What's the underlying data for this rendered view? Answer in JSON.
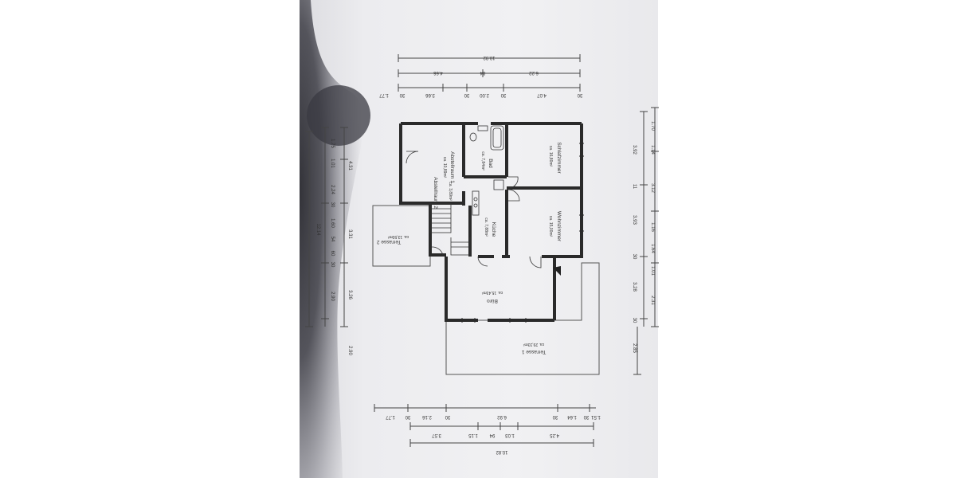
{
  "rooms": {
    "abstellraum1": {
      "name": "Abstellraum 1",
      "area": "ca. 10,89m²"
    },
    "abstellraum2": {
      "name": "Abstellraum 2",
      "area": "ca. 3,89m²"
    },
    "bad": {
      "name": "Bad",
      "area": "ca. 7,84m²"
    },
    "schlafzimmer": {
      "name": "Schlafzimmer",
      "area": "ca. 16,80m²"
    },
    "kueche": {
      "name": "Küche",
      "area": "ca. 7,88m²"
    },
    "wohnzimmer": {
      "name": "Wohnzimmer",
      "area": "ca. 15,00m²"
    },
    "terrasse2": {
      "name": "Terrasse 2",
      "area": "ca. 13,50m²"
    },
    "buero": {
      "name": "Büro",
      "area": "ca. 15,43m²"
    },
    "terrasse1": {
      "name": "Terrasse 1",
      "area": "ca. 29,33m²"
    }
  },
  "dimensions": {
    "top_total": "10.92",
    "top_mid": [
      "4.66",
      "84",
      "6.22"
    ],
    "top_inner": [
      "1.77",
      "30",
      "3.66",
      "30",
      "2.00",
      "30",
      "4.07",
      "30"
    ],
    "bottom_inner": [
      "1.77",
      "30",
      "2.16",
      "30",
      "6.92",
      "30",
      "1.64",
      "30",
      "1.51"
    ],
    "bottom_mid": [
      "3.57",
      "1.15",
      "94",
      "1.03",
      "4.25"
    ],
    "bottom_total": "10.82",
    "left_outer": "12.14",
    "left_mid": [
      "4.31",
      "3.31",
      "3.26",
      "2.90"
    ],
    "left_inner": [
      "1.75",
      "1.01",
      "2.24",
      "30",
      "1.60",
      "54",
      "60",
      "30",
      "2.90"
    ],
    "right_inner": [
      "1.70",
      "1.14",
      "3.12",
      "1.16",
      "1.64",
      "1.01",
      "2.31"
    ],
    "right_outer": [
      "3.92",
      "11",
      "3.93",
      "30",
      "3.28",
      "30",
      "2.85"
    ]
  }
}
